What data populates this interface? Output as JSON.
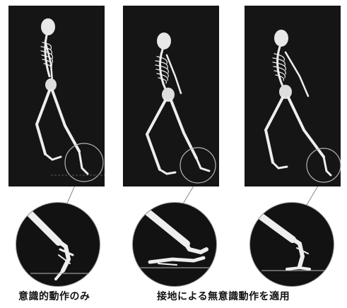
{
  "captions": {
    "left": "意識的動作のみ",
    "right": "接地による無意識動作を適用"
  },
  "colors": {
    "panel_background": "#151515",
    "bone": "#f2f2f2",
    "highlight_circle": "#b5b5b5"
  },
  "figure_panels": [
    {
      "name": "skeleton-walk-frame-1"
    },
    {
      "name": "skeleton-walk-frame-2"
    },
    {
      "name": "skeleton-walk-frame-3"
    }
  ],
  "zoom_insets": [
    {
      "name": "foot-closeup-conscious-only"
    },
    {
      "name": "foot-closeup-ground-contact-1"
    },
    {
      "name": "foot-closeup-ground-contact-2"
    }
  ]
}
